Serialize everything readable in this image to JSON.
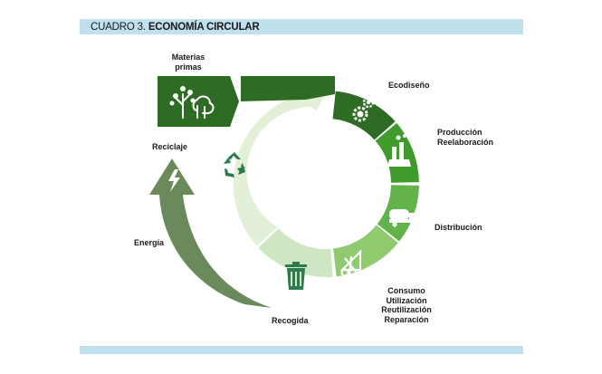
{
  "header": {
    "prefix": "CUADRO 3.",
    "title": "ECONOMÍA CIRCULAR"
  },
  "labels": {
    "materias_primas": "Materias\nprimas",
    "ecodiseno": "Ecodiseño",
    "produccion": "Producción\nReelaboración",
    "distribucion": "Distribución",
    "consumo": "Consumo\nUtilización\nReutilización\nReparación",
    "recogida": "Recogida",
    "reciclaje": "Reciclaje",
    "energia": "Energía"
  },
  "colors": {
    "header_bar": "#bfe0ec",
    "dark_green": "#2e6b24",
    "green": "#3f9b2c",
    "mid_green": "#62b44a",
    "light_green": "#8fca6f",
    "pale_green": "#b9dba1",
    "paler_green": "#cfe6c2",
    "faint_green": "#e2f0d8",
    "olive_arrow": "#6b8a5c",
    "icon_dark": "#2e7b4f"
  },
  "icons": [
    "tree-icon",
    "gears-icon",
    "factory-icon",
    "truck-icon",
    "scissors-ruler-icon",
    "trash-bin-icon",
    "recycle-icon",
    "lightning-icon"
  ]
}
